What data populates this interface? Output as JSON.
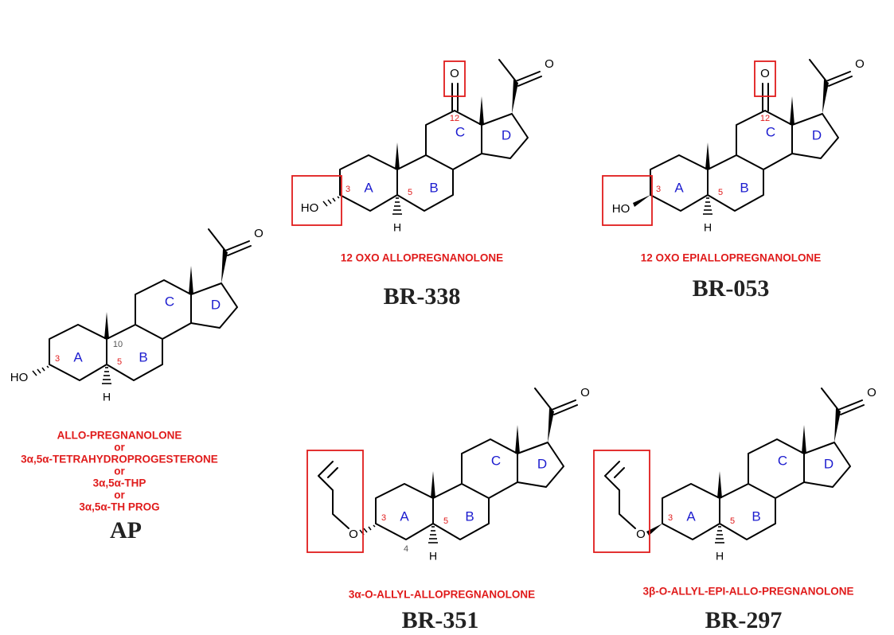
{
  "compounds": [
    {
      "code": "AP",
      "names": [
        "ALLO-PREGNANOLONE",
        "or",
        "3α,5α-TETRAHYDROPROGESTERONE",
        "or",
        "3α,5α-THP",
        "or",
        "3α,5α-TH PROG"
      ],
      "rings": [
        "A",
        "B",
        "C",
        "D"
      ],
      "positions": [
        "3",
        "5",
        "10"
      ],
      "atoms": [
        "HO",
        "H",
        "O"
      ]
    },
    {
      "code": "BR-338",
      "names": [
        "12 OXO ALLOPREGNANOLONE"
      ],
      "rings": [
        "A",
        "B",
        "C",
        "D"
      ],
      "positions": [
        "3",
        "5",
        "12"
      ],
      "atoms": [
        "HO",
        "H",
        "O",
        "O"
      ]
    },
    {
      "code": "BR-053",
      "names": [
        "12 OXO EPIALLOPREGNANOLONE"
      ],
      "rings": [
        "A",
        "B",
        "C",
        "D"
      ],
      "positions": [
        "3",
        "5",
        "12"
      ],
      "atoms": [
        "HO",
        "H",
        "O",
        "O"
      ]
    },
    {
      "code": "BR-351",
      "names": [
        "3α-O-ALLYL-ALLOPREGNANOLONE"
      ],
      "rings": [
        "A",
        "B",
        "C",
        "D"
      ],
      "positions": [
        "3",
        "5",
        "4"
      ],
      "atoms": [
        "O",
        "H",
        "O"
      ]
    },
    {
      "code": "BR-297",
      "names": [
        "3β-O-ALLYL-EPI-ALLO-PREGNANOLONE"
      ],
      "rings": [
        "A",
        "B",
        "C",
        "D"
      ],
      "positions": [
        "3",
        "5"
      ],
      "atoms": [
        "O",
        "H",
        "O"
      ]
    }
  ]
}
